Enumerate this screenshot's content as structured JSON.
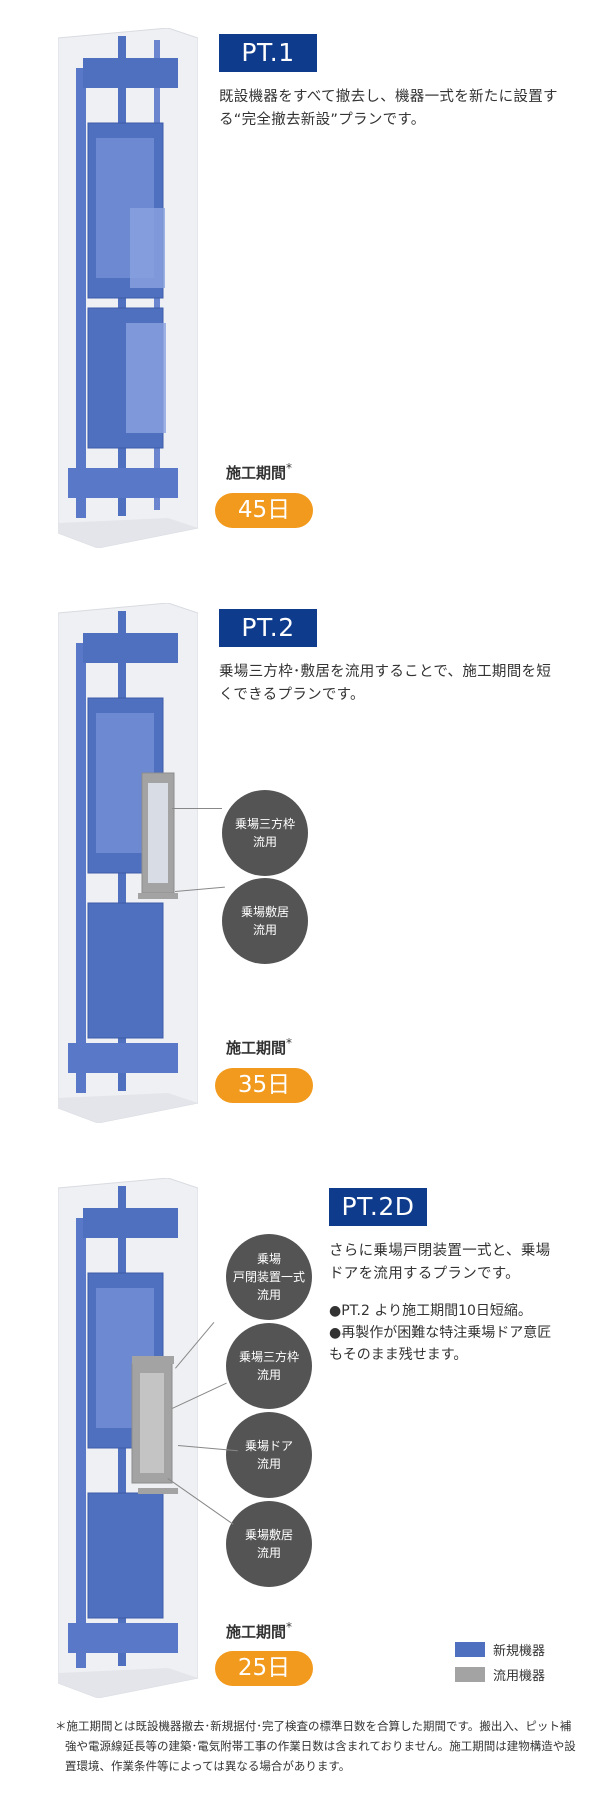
{
  "plans": [
    {
      "id": "pt1",
      "badge": "PT.1",
      "description": "既設機器をすべて撤去し、機器一式を新たに設置する“完全撤去新設”プランです。",
      "period_label": "施工期間",
      "period_mark": "*",
      "period_value": "45日"
    },
    {
      "id": "pt2",
      "badge": "PT.2",
      "description": "乗場三方枠･敷居を流用することで、施工期間を短くできるプランです。",
      "period_label": "施工期間",
      "period_mark": "*",
      "period_value": "35日",
      "bubbles": [
        {
          "line1": "乗場三方枠",
          "line2": "流用"
        },
        {
          "line1": "乗場敷居",
          "line2": "流用"
        }
      ]
    },
    {
      "id": "pt2d",
      "badge": "PT.2D",
      "description": "さらに乗場戸閉装置一式と、乗場ドアを流用するプランです。",
      "bullets": [
        "●PT.2 より施工期間10日短縮。",
        "●再製作が困難な特注乗場ドア意匠もそのまま残せます。"
      ],
      "period_label": "施工期間",
      "period_mark": "*",
      "period_value": "25日",
      "bubbles": [
        {
          "line1": "乗場",
          "line2": "戸閉装置一式",
          "line3": "流用"
        },
        {
          "line1": "乗場三方枠",
          "line2": "流用"
        },
        {
          "line1": "乗場ドア",
          "line2": "流用"
        },
        {
          "line1": "乗場敷居",
          "line2": "流用"
        }
      ]
    }
  ],
  "legend": [
    {
      "label": "新規機器",
      "color": "#4f6fbf"
    },
    {
      "label": "流用機器",
      "color": "#a3a3a3"
    }
  ],
  "footnote": "＊施工期間とは既設機器撤去･新規据付･完了検査の標準日数を合算した期間です。搬出入、ピット補強や電源線延長等の建築･電気附帯工事の作業日数は含まれておりません。施工期間は建物構造や設置環境、作業条件等によっては異なる場合があります。",
  "colors": {
    "badge": "#0f3b8d",
    "period": "#f29a1d",
    "new_equipment": "#4f6fbf",
    "reused_equipment": "#a3a3a3",
    "bubble": "#545454"
  }
}
